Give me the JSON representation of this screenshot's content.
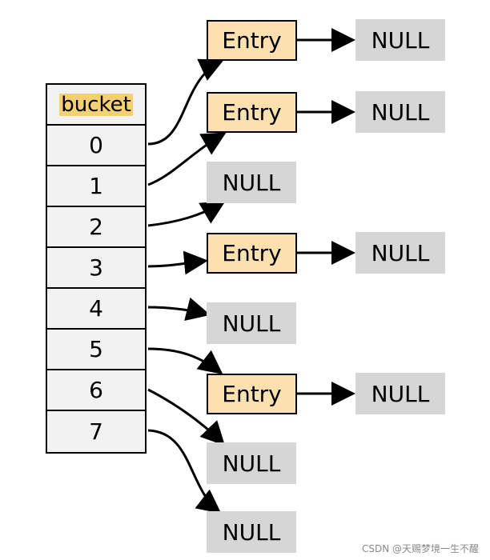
{
  "bucket": {
    "header": "bucket",
    "indices": [
      "0",
      "1",
      "2",
      "3",
      "4",
      "5",
      "6",
      "7"
    ]
  },
  "entry_label": "Entry",
  "null_label": "NULL",
  "chains": [
    {
      "index": "0",
      "nodes": [
        "Entry",
        "NULL"
      ]
    },
    {
      "index": "1",
      "nodes": [
        "Entry",
        "NULL"
      ]
    },
    {
      "index": "2",
      "nodes": [
        "NULL"
      ]
    },
    {
      "index": "3",
      "nodes": [
        "Entry",
        "NULL"
      ]
    },
    {
      "index": "4",
      "nodes": [
        "NULL"
      ]
    },
    {
      "index": "5",
      "nodes": [
        "Entry",
        "NULL"
      ]
    },
    {
      "index": "6",
      "nodes": [
        "NULL"
      ]
    },
    {
      "index": "7",
      "nodes": [
        "NULL"
      ]
    }
  ],
  "colors": {
    "entry_fill": "#fde0b0",
    "null_fill": "#d6d6d6",
    "header_highlight": "#f5cf74",
    "bucket_fill": "#f2f2f2"
  },
  "watermark": "CSDN @天赐梦境一生不醒"
}
